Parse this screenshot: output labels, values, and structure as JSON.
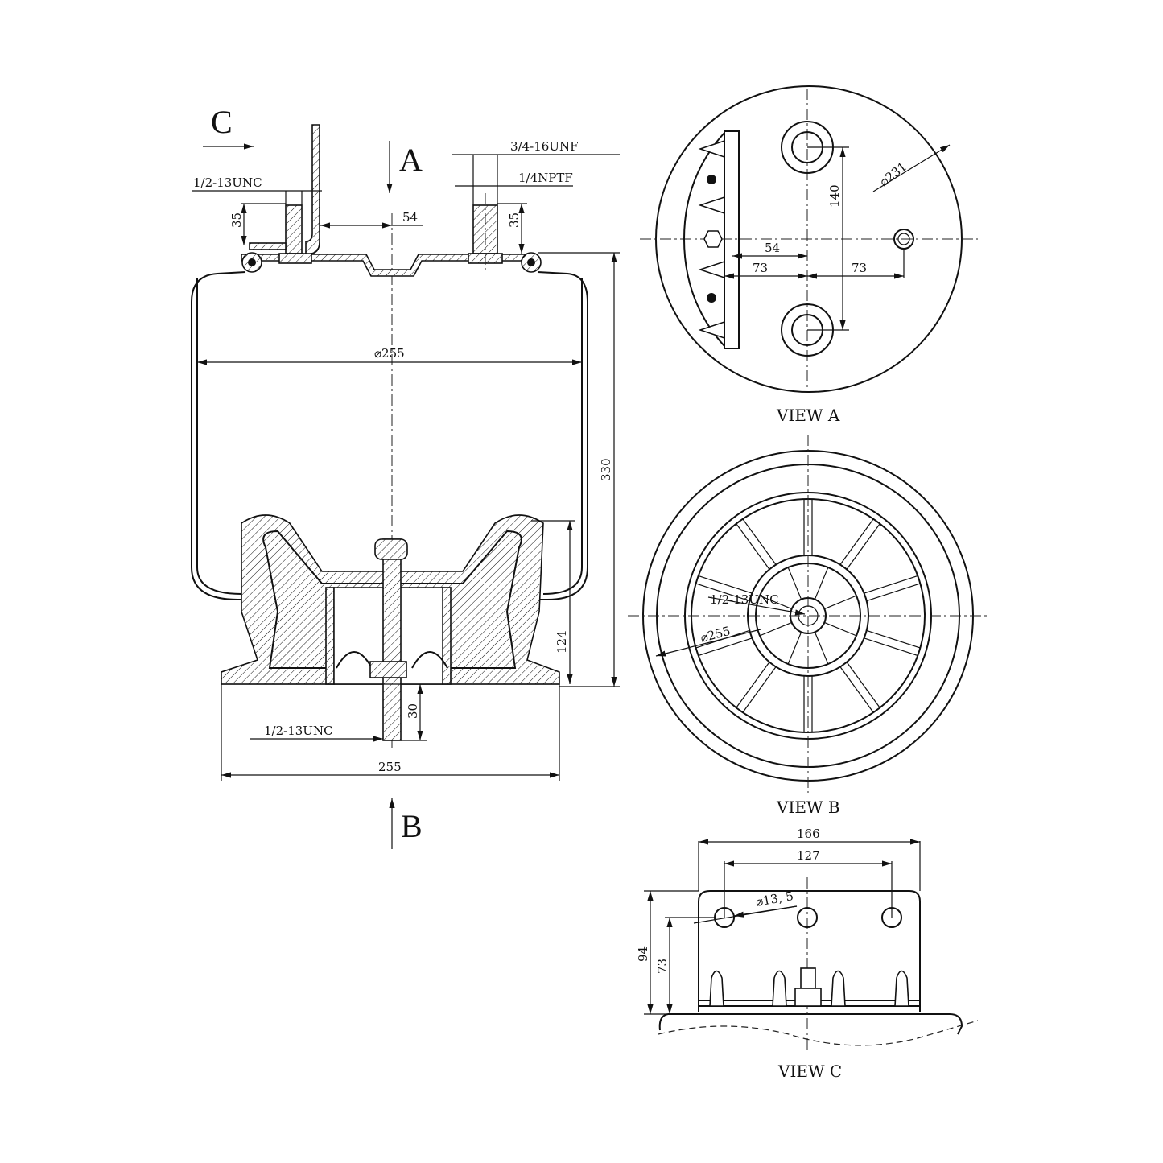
{
  "main_view": {
    "view_c_arrow_label": "C",
    "view_a_arrow_label": "A",
    "view_b_arrow_label": "B",
    "port_thread_top": "3/4-16UNF",
    "port_pipe_thread": "1/4NPTF",
    "stud_thread_top": "1/2-13UNC",
    "stud_height_left": "35",
    "port_height_right": "35",
    "stud_offset": "54",
    "bellows_diameter": "⌀255",
    "overall_height": "330",
    "piston_height": "124",
    "bottom_stud_length": "30",
    "bottom_stud_thread": "1/2-13UNC",
    "base_width": "255"
  },
  "view_a": {
    "title": "VIEW A",
    "plate_diameter": "⌀231",
    "stud_spacing": "140",
    "bracket_offset": "54",
    "offset_left": "73",
    "offset_right": "73"
  },
  "view_b": {
    "title": "VIEW B",
    "thread": "1/2-13UNC",
    "diameter": "⌀255"
  },
  "view_c": {
    "title": "VIEW C",
    "width_outer": "166",
    "hole_spacing": "127",
    "hole_diameter": "⌀13, 5",
    "height_total": "94",
    "hole_height": "73"
  }
}
